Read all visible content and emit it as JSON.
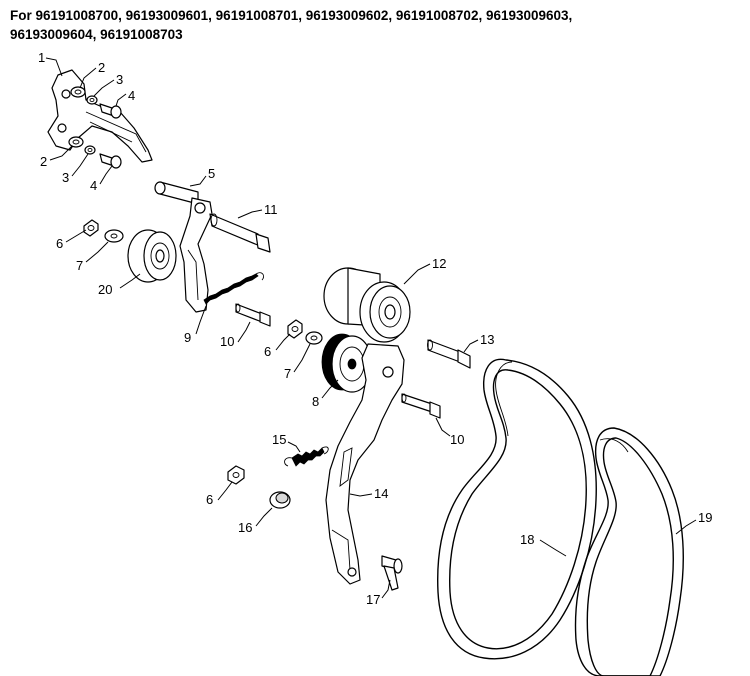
{
  "header": {
    "line1": "For 96191008700, 96193009601, 96191008701, 96193009602, 96191008702, 96193009603,",
    "line2": "96193009604, 96191008703"
  },
  "callouts": {
    "c1": "1",
    "c2a": "2",
    "c3a": "3",
    "c4a": "4",
    "c2b": "2",
    "c3b": "3",
    "c4b": "4",
    "c5": "5",
    "c6a": "6",
    "c7a": "7",
    "c11": "11",
    "c20": "20",
    "c9": "9",
    "c10a": "10",
    "c6b": "6",
    "c7b": "7",
    "c12": "12",
    "c13": "13",
    "c8": "8",
    "c10b": "10",
    "c15": "15",
    "c14": "14",
    "c6c": "6",
    "c16": "16",
    "c17": "17",
    "c18": "18",
    "c19": "19"
  }
}
